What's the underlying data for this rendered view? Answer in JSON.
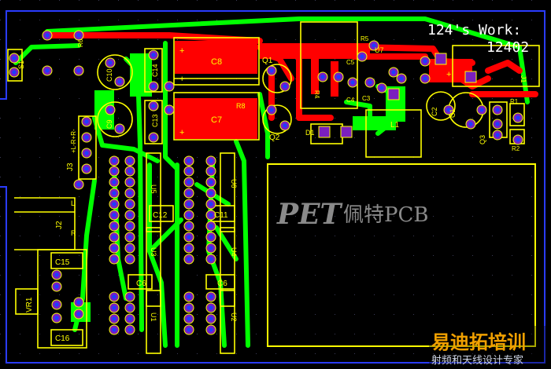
{
  "board": {
    "title_line1": "124's Work:",
    "title_line2": "12402"
  },
  "labels": {
    "s1": "S1",
    "r6": "R6",
    "c10": "C10",
    "c14": "C14",
    "c8": "C8",
    "c9": "C9",
    "c13": "C13",
    "c7": "C7",
    "r8": "R8",
    "q1": "Q1",
    "q2": "Q2",
    "d1": "D1",
    "u7": "U7",
    "r5": "R5",
    "c5": "C5",
    "r4": "R4",
    "c4": "C4",
    "c3": "C3",
    "c2": "C2",
    "c1": "C1",
    "l1": "L1",
    "j1": "J1",
    "r1": "R1",
    "q3": "Q3",
    "r2": "R2",
    "j3": "J3",
    "j3_pins": "+L-R+R-",
    "j2": "J2",
    "j2_l": "L",
    "j2_r": "R",
    "u5": "U5",
    "u6": "U6",
    "u3": "U3",
    "u4": "U4",
    "u1": "U1",
    "u2": "U2",
    "c12": "C12",
    "c11": "C11",
    "c6a": "C6",
    "c6b": "C6",
    "c15": "C15",
    "c16": "C16",
    "vr1": "VR1",
    "plus": "+"
  },
  "watermark": {
    "brand_logo": "PET",
    "brand_cn": "佩特PCB",
    "site_cn": "易迪拓培训",
    "site_sub": "射频和天线设计专家"
  },
  "colors": {
    "background": "#000000",
    "top_copper": "#ff0000",
    "bottom_copper": "#00ff00",
    "silkscreen": "#ffff00",
    "keepout": "#0000ff",
    "pad": "#7b1fbf",
    "via": "#1e3cff"
  }
}
